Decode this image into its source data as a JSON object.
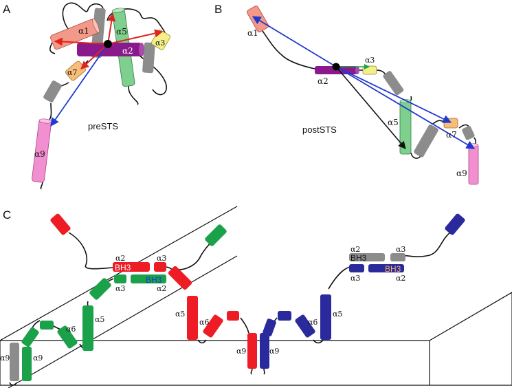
{
  "panels": {
    "a": {
      "letter": "A",
      "caption": "preSTS"
    },
    "b": {
      "letter": "B",
      "caption": "postSTS"
    },
    "c": {
      "letter": "C"
    }
  },
  "helix_labels": {
    "a1": "α1",
    "a2": "α2",
    "a3": "α3",
    "a5": "α5",
    "a6": "α6",
    "a7": "α7",
    "a9": "α9"
  },
  "domain_labels": {
    "bh3": "BH3"
  },
  "colors": {
    "alpha1": "#f2998a",
    "alpha2": "#8a1a8c",
    "alpha3": "#f5ef8a",
    "alpha5": "#7fd08e",
    "alpha7": "#f6be7a",
    "alpha9": "#f28fd0",
    "grey": "#8c8c8c",
    "dimer_red": "#ee1c24",
    "dimer_green": "#1aa14a",
    "dimer_blue": "#2a2a9c",
    "arrow_red": "#e0231c",
    "arrow_blue": "#1f3ad0"
  }
}
